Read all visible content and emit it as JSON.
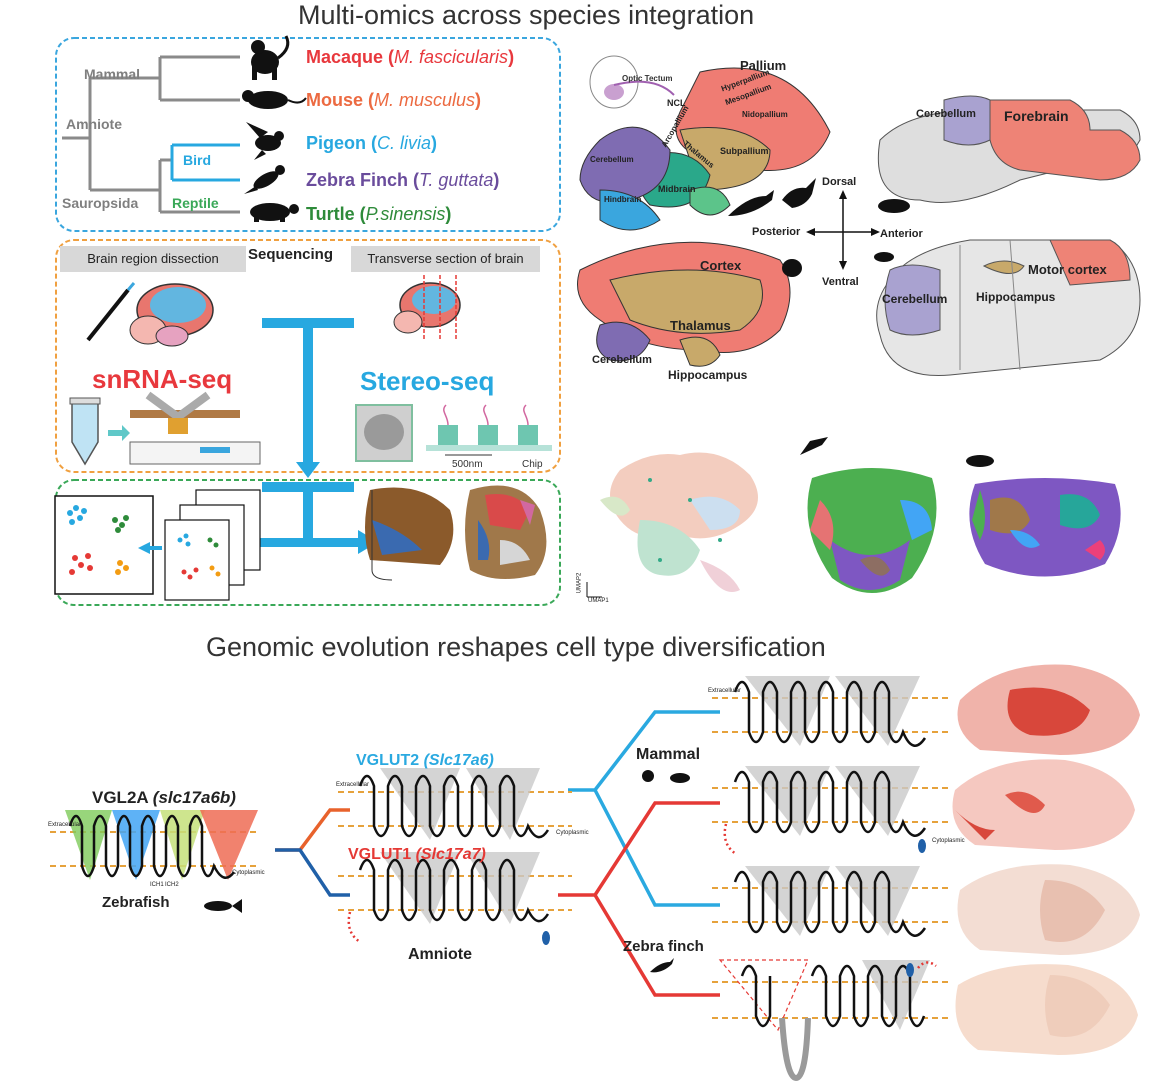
{
  "titles": {
    "top": "Multi-omics across species integration",
    "bottom": "Genomic evolution reshapes cell type diversification"
  },
  "tree": {
    "clades": [
      "Mammal",
      "Amniote",
      "Bird",
      "Reptile",
      "Sauropsida"
    ],
    "species": [
      {
        "common": "Macaque",
        "latin": "M. fascicularis",
        "color": "#e8383d"
      },
      {
        "common": "Mouse",
        "latin": "M. musculus",
        "color": "#ec6a41"
      },
      {
        "common": "Pigeon",
        "latin": "C. livia",
        "color": "#27a8e0"
      },
      {
        "common": "Zebra Finch",
        "latin": "T. guttata",
        "color": "#6a4c9c"
      },
      {
        "common": "Turtle",
        "latin": "P.sinensis",
        "color": "#2e8b3a"
      }
    ]
  },
  "sequencing": {
    "heading": "Sequencing",
    "left_bar": "Brain region dissection",
    "right_bar": "Transverse section of brain",
    "snrna": "snRNA-seq",
    "stereo": "Stereo-seq",
    "scale": "500nm",
    "chip": "Chip"
  },
  "umap": {
    "axis_y": "UMAP2",
    "axis_x": "UMAP1"
  },
  "bird_brain": {
    "labels": [
      "Pallium",
      "Optic Tectum",
      "NCL",
      "Hyperpallium",
      "Mesopallium",
      "Nidopallium",
      "Arcopallium",
      "Subpallium",
      "Cerebellum",
      "Thalamus",
      "Midbrain",
      "Hindbrain"
    ]
  },
  "mammal_brain": {
    "labels": [
      "Cortex",
      "Thalamus",
      "Cerebellum",
      "Hippocampus"
    ]
  },
  "mouse_schematic": {
    "top_labels": [
      "Cerebellum",
      "Forebrain"
    ],
    "bottom_labels": [
      "Motor cortex",
      "Cerebellum",
      "Hippocampus"
    ]
  },
  "compass": {
    "dorsal": "Dorsal",
    "ventral": "Ventral",
    "posterior": "Posterior",
    "anterior": "Anterior"
  },
  "genes": {
    "vgl2a": "VGL2A",
    "vgl2a_gene": "(slc17a6b)",
    "zebrafish": "Zebrafish",
    "vglut2": "VGLUT2",
    "vglut2_gene": "(Slc17a6)",
    "vglut1": "VGLUT1",
    "vglut1_gene": "(Slc17a7)",
    "amniote": "Amniote",
    "mammal": "Mammal",
    "zebra_finch": "Zebra finch",
    "extracellular": "Extracellular",
    "cytoplasmic": "Cytoplasmic",
    "icl1": "ICH1",
    "icl2": "ICH2"
  },
  "colors": {
    "blue_line": "#2aa9e0",
    "red_line": "#e53935",
    "orange_line": "#e8622c",
    "dark_blue_line": "#2060a8",
    "box_blue": "#3aa6de",
    "box_orange": "#f0a040",
    "box_green": "#3aa858",
    "membrane": "#e6a23c"
  }
}
